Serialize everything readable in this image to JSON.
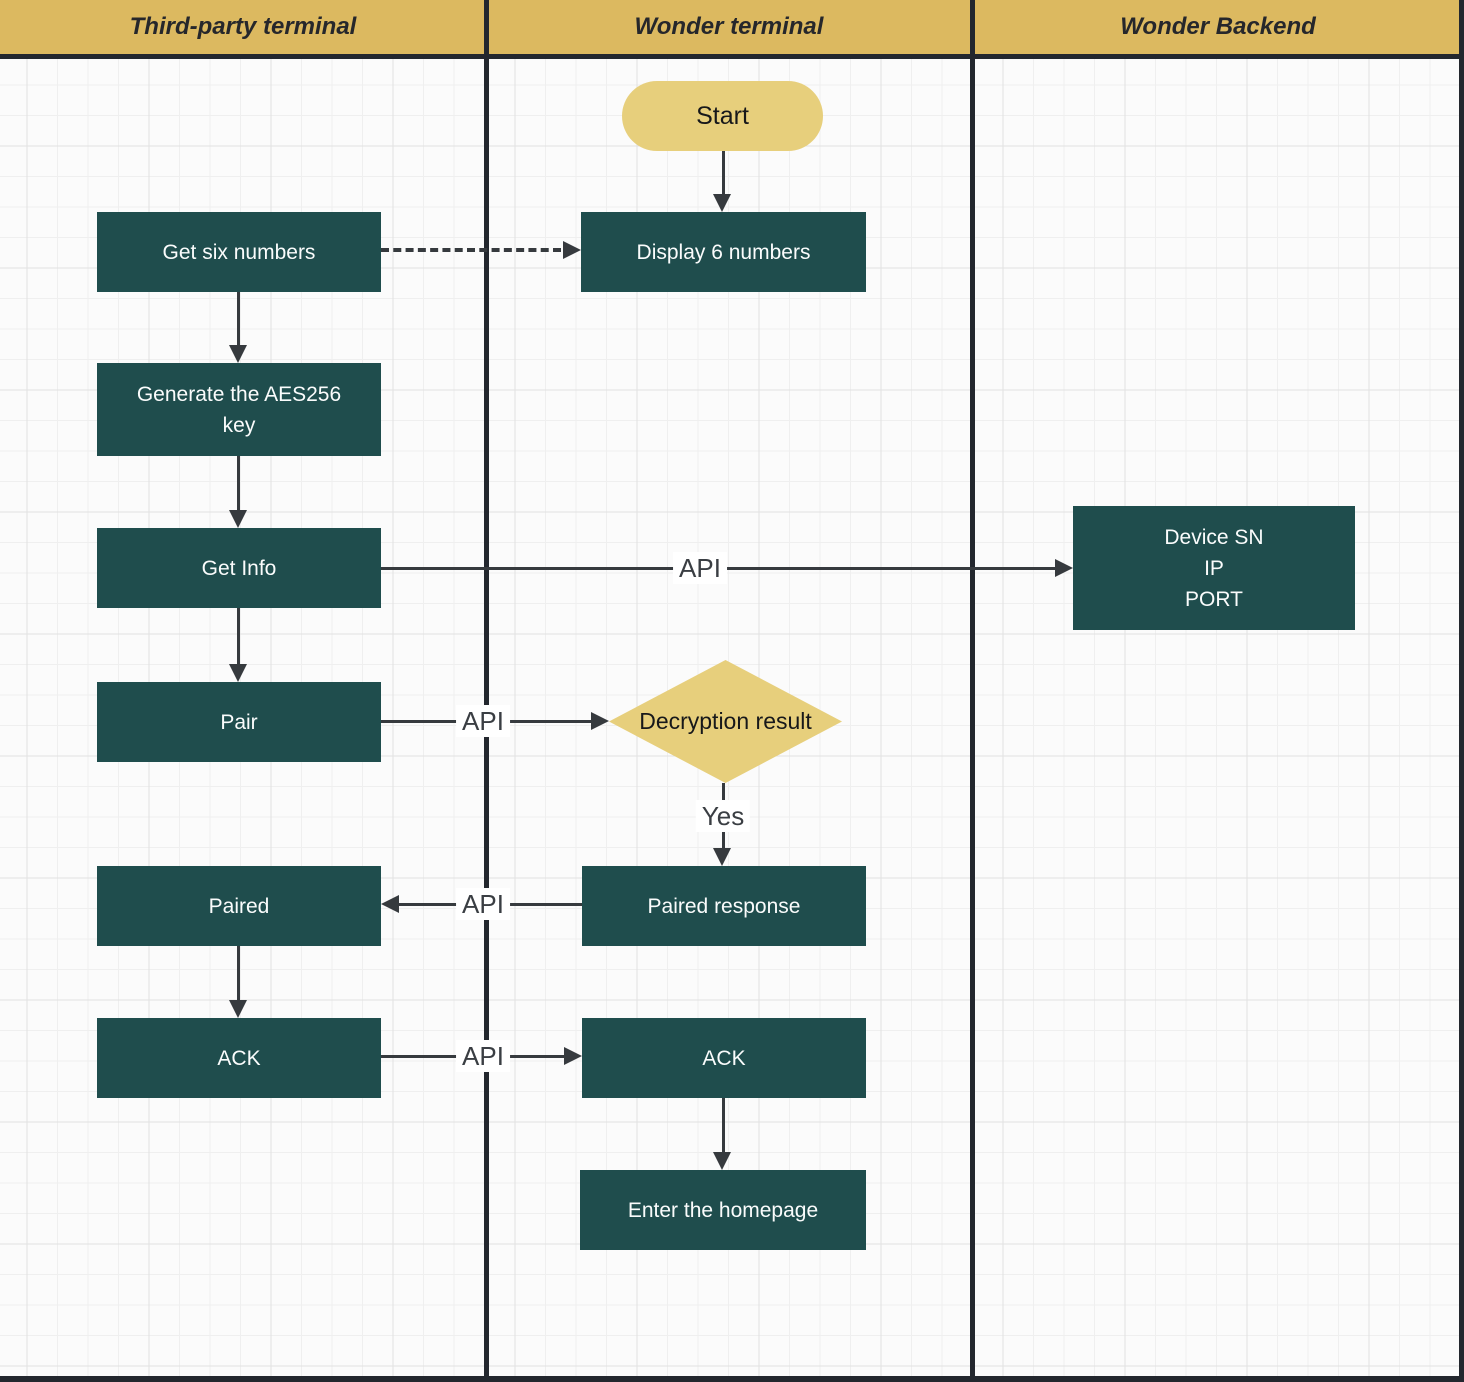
{
  "lanes": [
    {
      "label": "Third-party terminal"
    },
    {
      "label": "Wonder terminal"
    },
    {
      "label": "Wonder Backend"
    }
  ],
  "nodes": {
    "start": "Start",
    "get_six_numbers": "Get six numbers",
    "display_6_numbers": "Display 6 numbers",
    "generate_aes256_key": "Generate the AES256\nkey",
    "get_info": "Get Info",
    "device_info": "Device SN\nIP\nPORT",
    "pair": "Pair",
    "decryption_result": "Decryption result",
    "paired": "Paired",
    "paired_response": "Paired response",
    "ack_third_party": "ACK",
    "ack_wonder": "ACK",
    "enter_the_homepage": "Enter the homepage"
  },
  "edge_labels": {
    "get_info_api": "API",
    "pair_api": "API",
    "paired_api": "API",
    "ack_api": "API",
    "decryption_yes": "Yes"
  },
  "colors": {
    "lane_header_bg": "#dcb960",
    "terminal_node_bg": "#1f4d4d",
    "accent_yellow": "#e7cf7c",
    "frame_dark": "#23272e",
    "arrow": "#363a3e",
    "node_text_light": "#fafcfc",
    "grid_line": "#efefef"
  }
}
